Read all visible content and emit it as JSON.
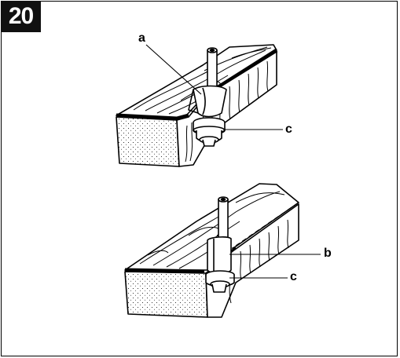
{
  "figure": {
    "number": "20"
  },
  "labels": {
    "a": "a",
    "b": "b",
    "c_top": "c",
    "c_bottom": "c"
  },
  "colors": {
    "ink": "#000000",
    "paper": "#ffffff",
    "badge": "#111111"
  }
}
